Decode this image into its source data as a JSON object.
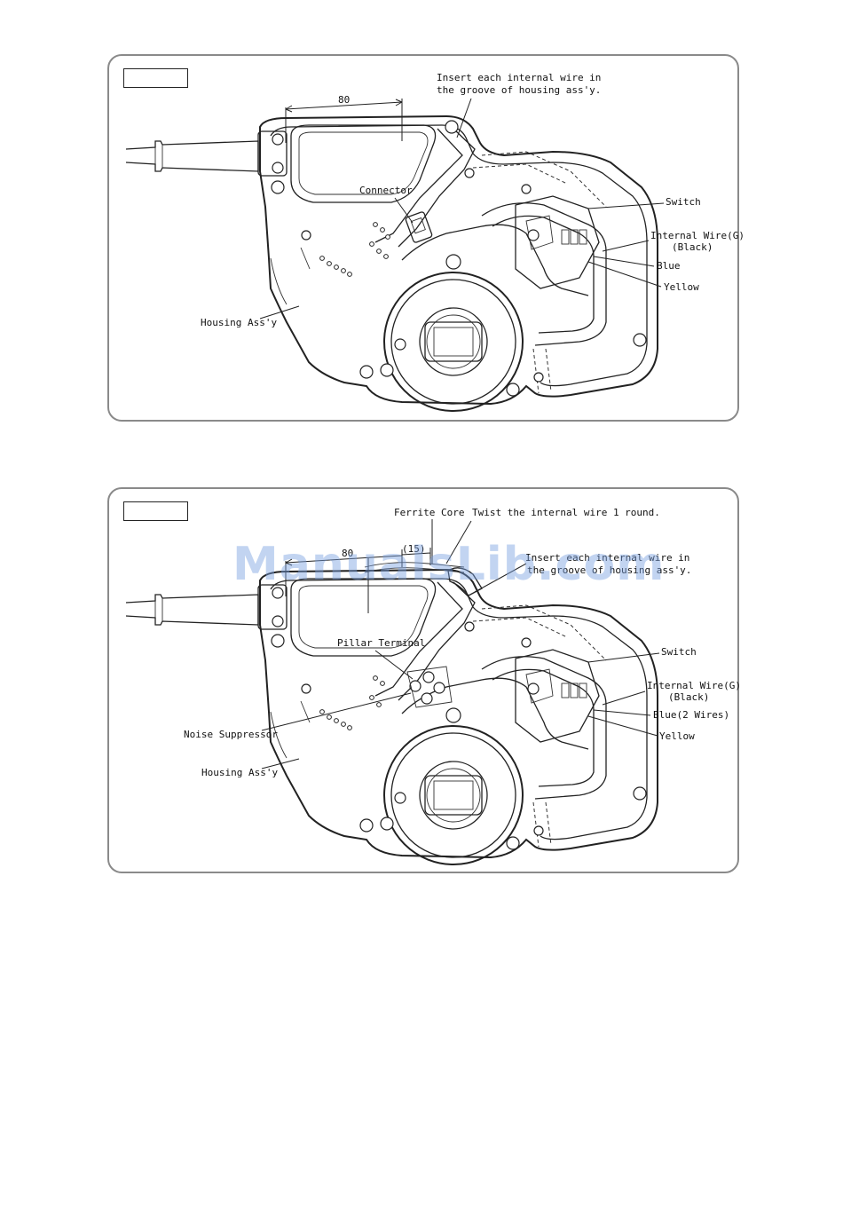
{
  "diagram1": {
    "dimension": "80",
    "labels": {
      "insert_line1": "Insert each internal wire in",
      "insert_line2": "the groove of housing ass'y.",
      "connector": "Connector",
      "switch": "Switch",
      "internal_wire_line1": "Internal Wire(G)",
      "internal_wire_line2": "(Black)",
      "blue": "Blue",
      "yellow": "Yellow",
      "housing": "Housing Ass'y"
    }
  },
  "diagram2": {
    "dimension": "80",
    "dimension_small": "(15)",
    "labels": {
      "ferrite": "Ferrite Core",
      "twist": "Twist the internal wire 1 round.",
      "insert_line1": "Insert each internal wire in",
      "insert_line2": "the groove of housing ass'y.",
      "pillar": "Pillar Terminal",
      "switch": "Switch",
      "internal_wire_line1": "Internal Wire(G)",
      "internal_wire_line2": "(Black)",
      "blue": "Blue(2 Wires)",
      "yellow": "Yellow",
      "noise": "Noise Suppressor",
      "housing": "Housing Ass'y"
    }
  },
  "watermark": "ManualsLib.com"
}
